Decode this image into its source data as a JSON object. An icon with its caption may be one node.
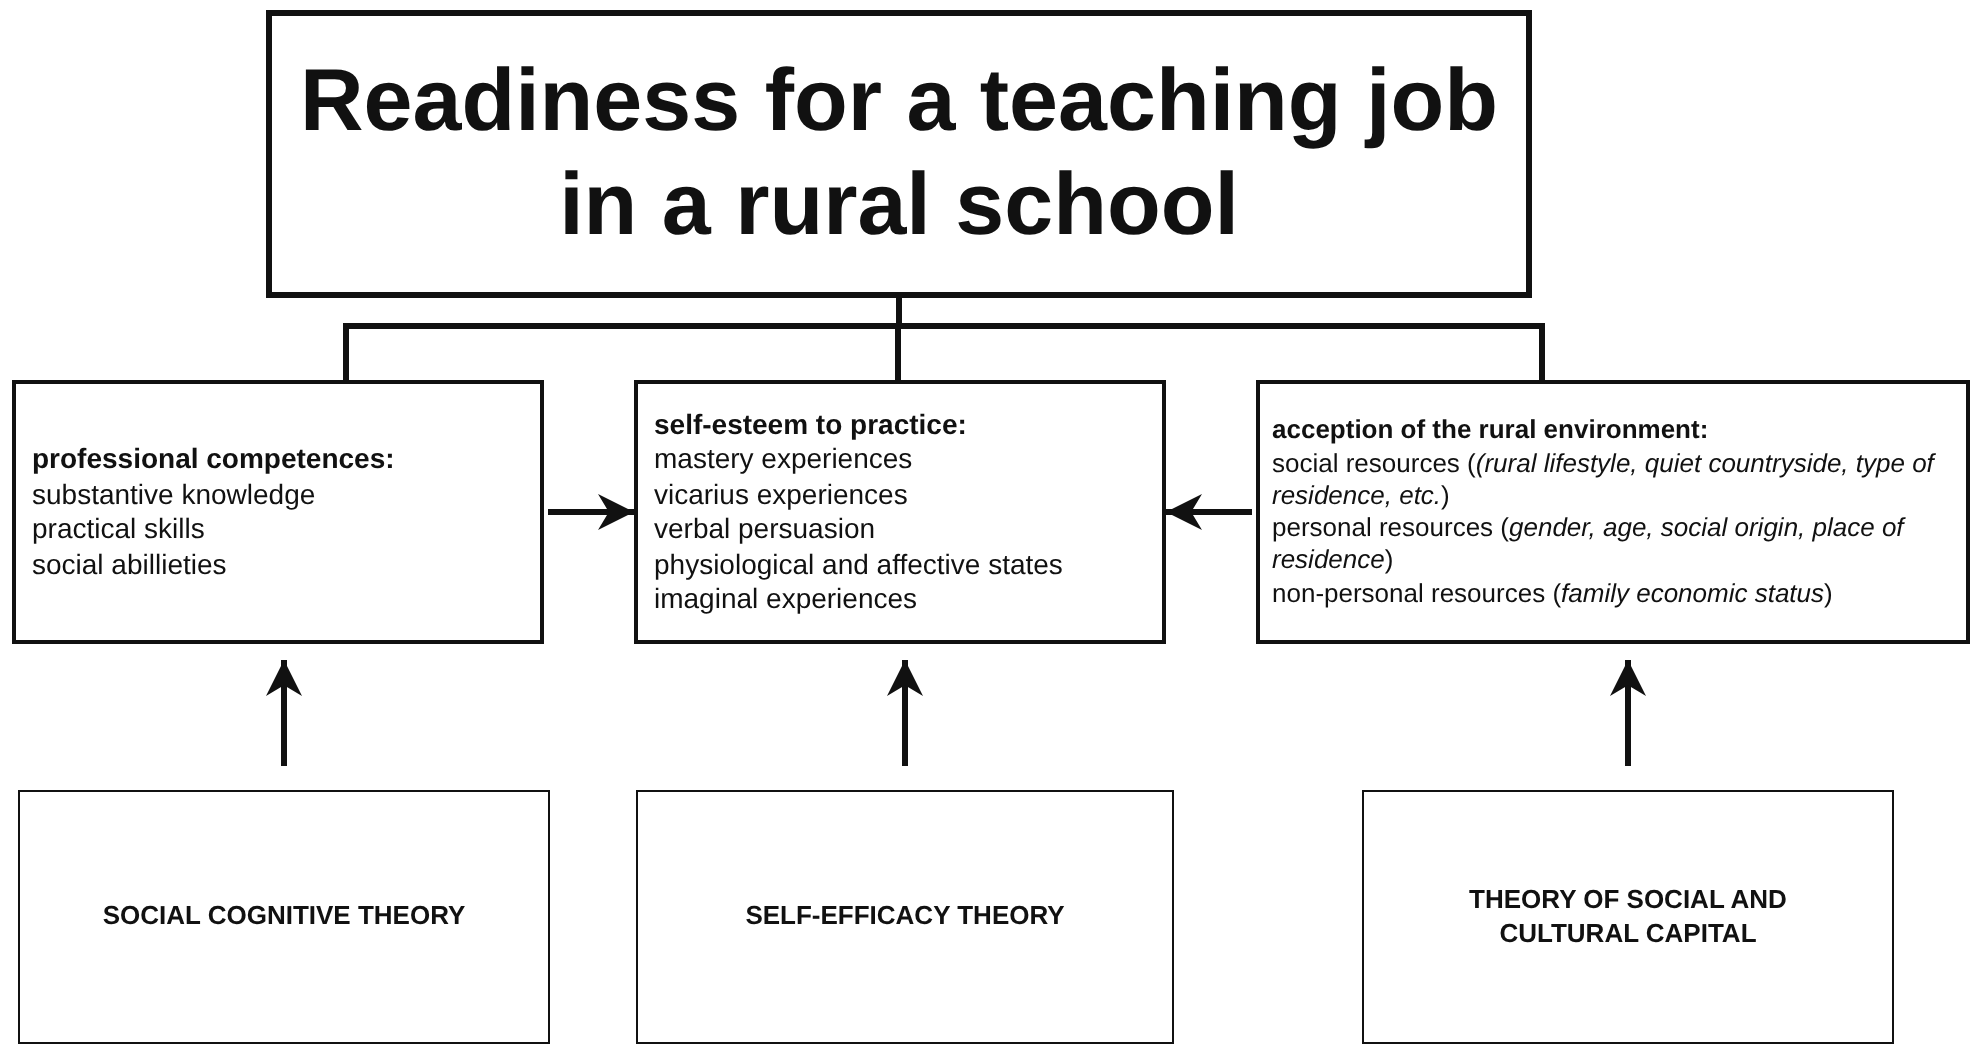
{
  "diagram": {
    "nodes": [
      {
        "text": [
          "Readiness for a teaching job in a rural school"
        ]
      },
      {
        "text": [
          "professional competences:",
          "substantive knowledge",
          "practical skills",
          "social abillieties"
        ]
      },
      {
        "text": [
          "self-esteem to practice:",
          "mastery experiences",
          "vicarius experiences",
          "verbal persuasion",
          "physiological and affective states",
          "imaginal experiences"
        ]
      },
      {
        "text": [
          "acception of the rural environment:",
          "social resources (*(rural lifestyle, quiet countryside, type of residence, etc.*)",
          "personal resources (*gender, age, social origin, place of residence*)",
          "non-personal resources (*family economic status*)"
        ]
      },
      {
        "text": [
          "SOCIAL COGNITIVE THEORY"
        ]
      },
      {
        "text": [
          "SELF-EFFICACY THEORY"
        ]
      },
      {
        "text": [
          "THEORY OF SOCIAL AND CULTURAL CAPITAL"
        ]
      }
    ],
    "edges": [
      {
        "from": 0,
        "to": 1,
        "arrow": "none"
      },
      {
        "from": 0,
        "to": 2,
        "arrow": "none"
      },
      {
        "from": 0,
        "to": 3,
        "arrow": "none"
      },
      {
        "from": 1,
        "to": 2,
        "arrow": "to"
      },
      {
        "from": 3,
        "to": 2,
        "arrow": "to"
      },
      {
        "from": 4,
        "to": 1,
        "arrow": "to"
      },
      {
        "from": 5,
        "to": 2,
        "arrow": "to"
      },
      {
        "from": 6,
        "to": 3,
        "arrow": "to"
      }
    ]
  }
}
